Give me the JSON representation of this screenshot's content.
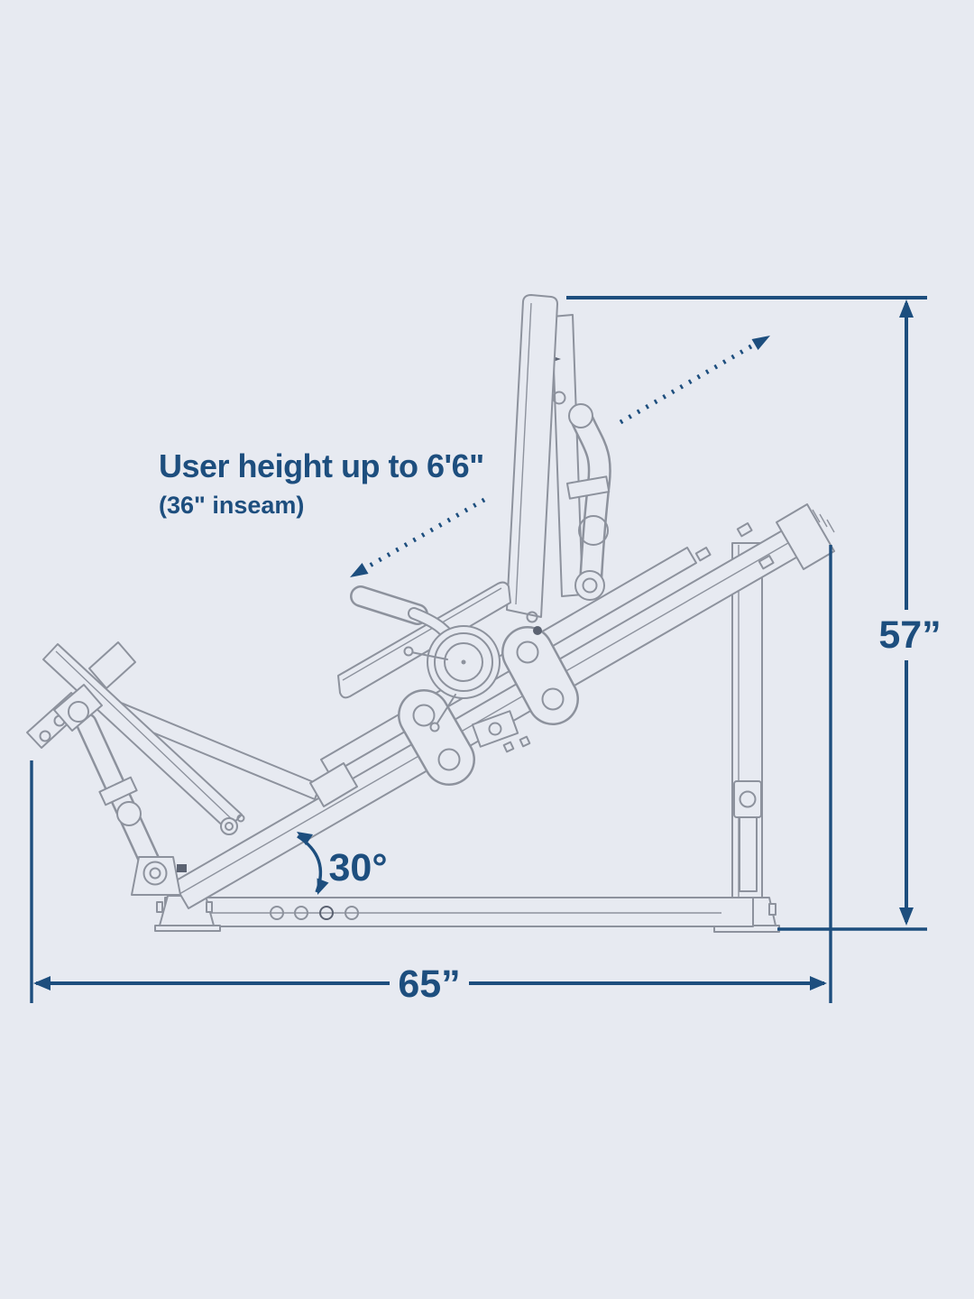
{
  "page": {
    "title": "Incline leg press machine dimension diagram (side view)",
    "bg": "#e7eaf1"
  },
  "colors": {
    "dimension": "#1d4e7e",
    "machine": "#8d929d",
    "machine_dark": "#5b6271"
  },
  "labels": {
    "user_height": "User height up to 6'6\"",
    "inseam": "(36\" inseam)",
    "overall_height": "57”",
    "overall_length": "65”",
    "incline_angle": "30°"
  }
}
